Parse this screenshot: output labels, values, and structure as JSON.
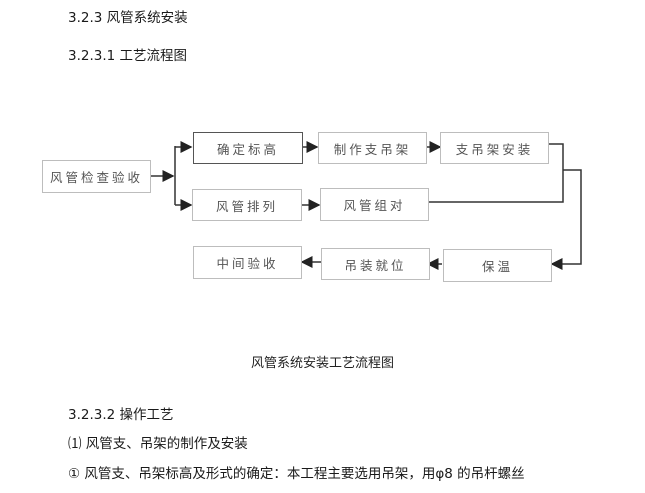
{
  "headings": {
    "section": "3.2.3 风管系统安装",
    "subsection_flow": "3.2.3.1 工艺流程图",
    "subsection_ops": "3.2.3.2 操作工艺"
  },
  "flowchart": {
    "nodes": {
      "inspect": "风管检查验收",
      "elevation": "确定标高",
      "make_support": "制作支吊架",
      "install_support": "支吊架安装",
      "arrange": "风管排列",
      "assemble": "风管组对",
      "insulation": "保温",
      "hoist": "吊装就位",
      "mid_inspection": "中间验收"
    },
    "caption": "风管系统安装工艺流程图"
  },
  "body": {
    "item1": "⑴  风管支、吊架的制作及安装",
    "item1a": "①  风管支、吊架标高及形式的确定：本工程主要选用吊架，用φ8 的吊杆螺丝"
  }
}
